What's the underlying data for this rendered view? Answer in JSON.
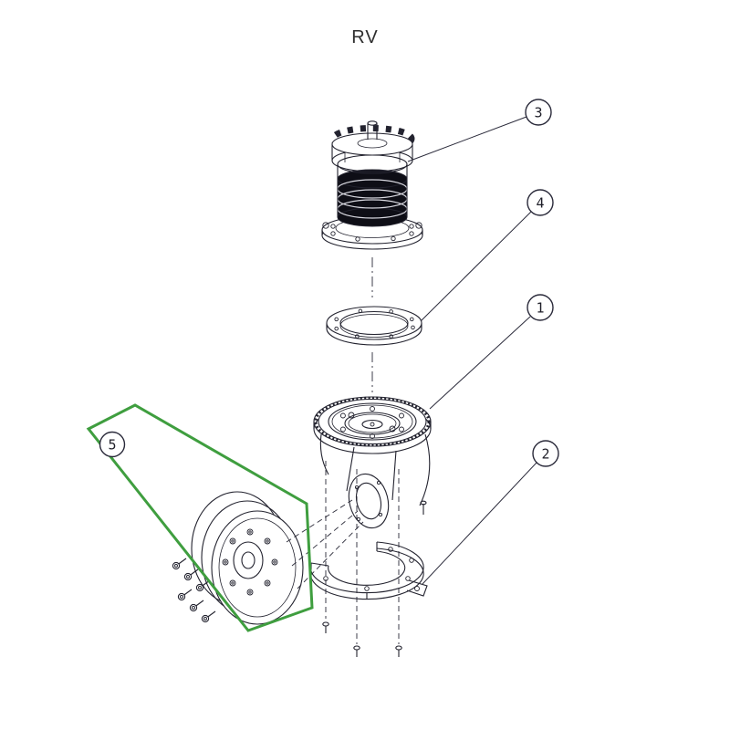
{
  "diagram": {
    "title": "RV",
    "callouts": [
      {
        "label": "3"
      },
      {
        "label": "4"
      },
      {
        "label": "1"
      },
      {
        "label": "2"
      },
      {
        "label": "5"
      }
    ],
    "highlight_color": "#3f9e3f",
    "ink_color": "#23232f"
  }
}
